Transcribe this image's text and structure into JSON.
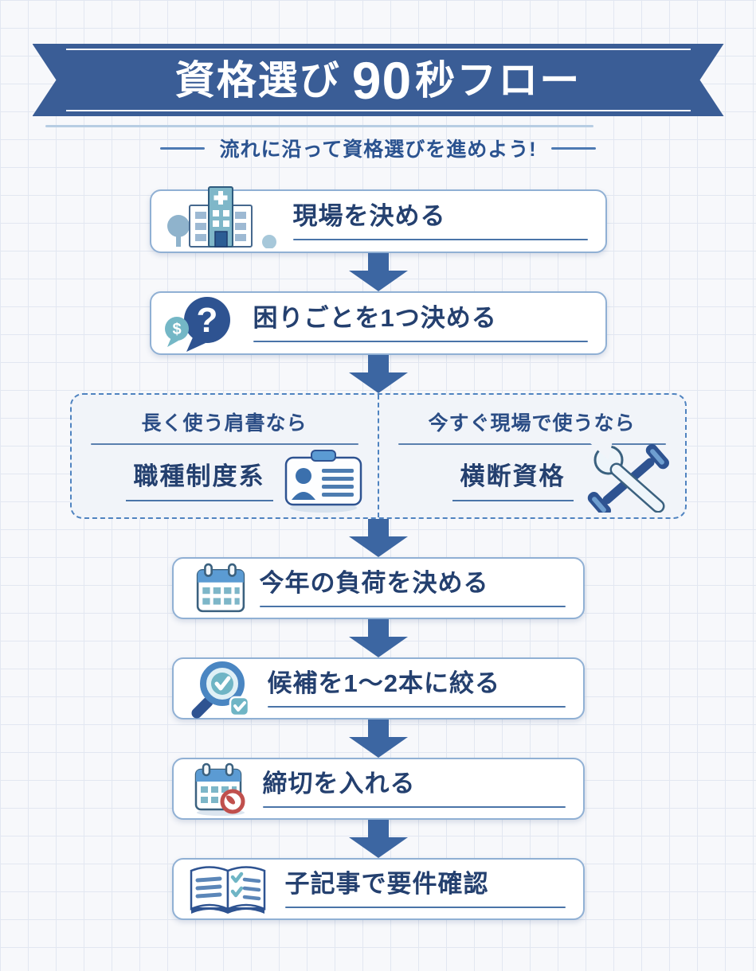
{
  "banner": {
    "title_left": "資格選び",
    "title_number": "90",
    "title_right": "秒フロー",
    "ribbon_color": "#3a5d96"
  },
  "subtitle": {
    "text": "流れに沿って資格選びを進めよう!"
  },
  "steps": [
    {
      "label": "現場を決める",
      "icon": "hospital-icon"
    },
    {
      "label": "困りごとを1つ決める",
      "icon": "question-bubbles-icon"
    },
    {
      "label": "今年の負荷を決める",
      "icon": "calendar-icon"
    },
    {
      "label": "候補を1〜2本に絞る",
      "icon": "magnifier-check-icon"
    },
    {
      "label": "締切を入れる",
      "icon": "calendar-deadline-icon"
    },
    {
      "label": "子記事で要件確認",
      "icon": "open-book-icon"
    }
  ],
  "branch": {
    "left": {
      "condition": "長く使う肩書なら",
      "result": "職種制度系",
      "icon": "id-card-icon"
    },
    "right": {
      "condition": "今すぐ現場で使うなら",
      "result": "横断資格",
      "icon": "crossed-tools-icon"
    }
  },
  "colors": {
    "ribbon": "#3a5d96",
    "arrow": "#3c66a2",
    "label_text": "#24406f",
    "box_border": "#90b0d4",
    "dashed_border": "#4f83c0",
    "underline": "#4a74a8",
    "teal_accent": "#6fb5c5",
    "red_accent": "#c0504d",
    "background": "#f7f8fb",
    "grid_line": "#e2e7f1"
  }
}
